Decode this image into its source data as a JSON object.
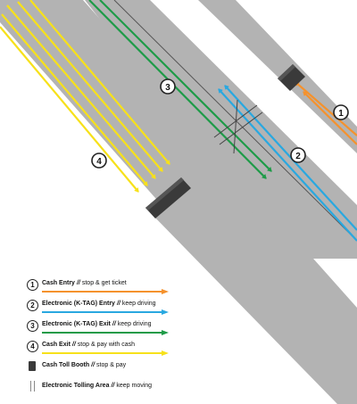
{
  "badges": [
    {
      "number": "1",
      "color": "#f5922d"
    },
    {
      "number": "2",
      "color": "#29a8e0"
    },
    {
      "number": "3",
      "color": "#1e9b48"
    },
    {
      "number": "4",
      "color": "#f7e11a"
    }
  ],
  "road_color": "#b3b3b3",
  "booth_color": "#3a3a3a",
  "legend": [
    {
      "number": "1",
      "title": "Cash Entry",
      "separator": "//",
      "desc": "stop & get ticket",
      "color": "#f5922d"
    },
    {
      "number": "2",
      "title": "Electronic (K-TAG) Entry",
      "separator": "//",
      "desc": "keep driving",
      "color": "#29a8e0"
    },
    {
      "number": "3",
      "title": "Electronic (K-TAG) Exit",
      "separator": "//",
      "desc": "keep driving",
      "color": "#1e9b48"
    },
    {
      "number": "4",
      "title": "Cash Exit",
      "separator": "//",
      "desc": "stop & pay with cash",
      "color": "#f7e11a"
    },
    {
      "title": "Cash Toll Booth",
      "separator": "//",
      "desc": "stop & pay"
    },
    {
      "title": "Electronic Tolling Area",
      "separator": "//",
      "desc": "keep moving"
    }
  ]
}
